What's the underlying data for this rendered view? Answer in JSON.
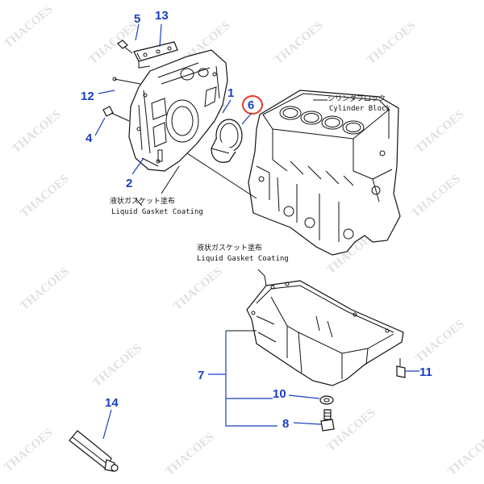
{
  "labels": {
    "cylinder_block_jp": "シリンダブロック",
    "cylinder_block_en": "Cylinder Block",
    "gasket_jp": "液状ガスケット塗布",
    "gasket_en": "Liquid Gasket Coating"
  },
  "callouts": [
    "5",
    "13",
    "12",
    "1",
    "6",
    "4",
    "2",
    "7",
    "10",
    "11",
    "8",
    "14"
  ],
  "watermark": "THACOES",
  "colors": {
    "callout": "#1a3fbf",
    "highlight": "#e83a2a",
    "line": "#111111"
  }
}
